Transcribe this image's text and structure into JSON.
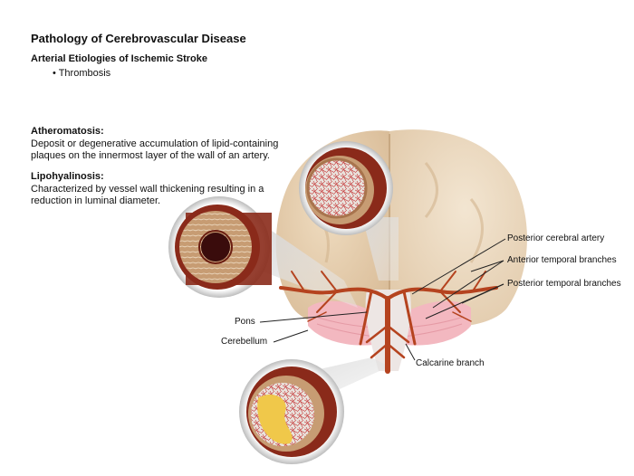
{
  "header": {
    "title": "Pathology of Cerebrovascular Disease",
    "subtitle": "Arterial Etiologies of Ischemic Stroke",
    "bullet": "• Thrombosis"
  },
  "definitions": [
    {
      "term": "Atheromatosis:",
      "lines": [
        "Deposit or degenerative accumulation of lipid-containing",
        "plaques on the innermost layer of the wall of an artery."
      ]
    },
    {
      "term": "Lipohyalinosis:",
      "lines": [
        "Characterized by vessel wall thickening resulting in a",
        "reduction in luminal diameter."
      ]
    }
  ],
  "labels": {
    "posterior_cerebral_artery": "Posterior cerebral artery",
    "anterior_temporal_branches": "Anterior temporal  branches",
    "posterior_temporal_branches": "Posterior temporal  branches",
    "pons": "Pons",
    "cerebellum": "Cerebellum",
    "calcarine_branch": "Calcarine branch"
  },
  "colors": {
    "brain": "#e8d3b3",
    "artery": "#b5431f",
    "vessel_wall": "#8a2a1a",
    "plaque": "#f0c84a",
    "cerebellum": "#f3b8c0"
  }
}
